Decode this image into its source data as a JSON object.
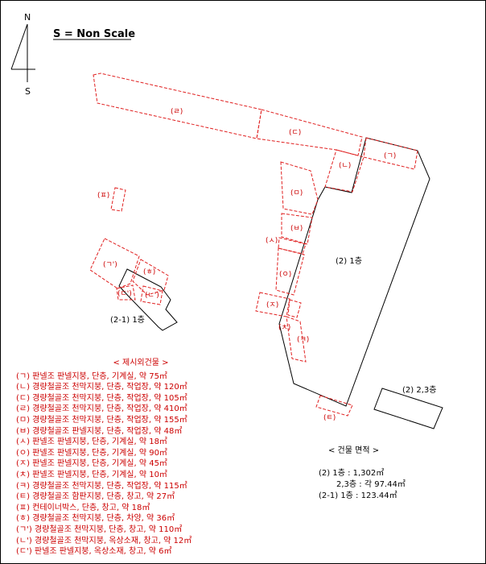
{
  "title": "S = Non Scale",
  "north": {
    "n": "N",
    "s": "S"
  },
  "plan_labels": {
    "giyeok": "(ㄱ)",
    "nieun": "(ㄴ)",
    "digeut": "(ㄷ)",
    "rieul": "(ㄹ)",
    "mieum": "(ㅁ)",
    "bieup": "(ㅂ)",
    "siot": "(ㅅ)",
    "ieung": "(ㅇ)",
    "jieut": "(ㅈ)",
    "chieut": "(ㅊ)",
    "kieuk": "(ㅋ)",
    "tieut": "(ㅌ)",
    "pieup": "(ㅍ)",
    "hieut": "(ㅎ)",
    "giyeok_p": "(ㄱ')",
    "nieun_p": "(ㄴ')",
    "digeut_p": "(ㄷ')"
  },
  "buildings": {
    "main": "(2) 1층",
    "main_upper": "(2) 2,3층",
    "annex": "(2-1) 1층"
  },
  "legend": {
    "title": "< 제시외건물 >",
    "items": [
      "(ㄱ) 판넬조 판넬지붕, 단층, 기계실, 약 75㎡",
      "(ㄴ) 경량철골조 천막지붕, 단층, 작업장, 약 120㎡",
      "(ㄷ) 경량철골조 천막지붕, 단층, 작업장, 약 105㎡",
      "(ㄹ) 경량철골조 천막지붕, 단층, 작업장, 약 410㎡",
      "(ㅁ) 경량철골조 천막지붕, 단층, 작업장, 약 155㎡",
      "(ㅂ) 경량철골조 판넬지붕, 단층, 작업장, 약 48㎡",
      "(ㅅ) 판넬조 판넬지붕, 단층, 기계실, 약 18㎡",
      "(ㅇ) 판넬조 판넬지붕, 단층, 기계실, 약 90㎡",
      "(ㅈ) 판넬조 판넬지붕, 단층, 기계실, 약 45㎡",
      "(ㅊ) 판넬조 판넬지붕, 단층, 기계실, 약 10㎡",
      "(ㅋ) 경량철골조 천막지붕, 단층, 작업장, 약 115㎡",
      "(ㅌ) 경량철골조 함판지붕, 단층, 창고, 약 27㎡",
      "(ㅍ) 컨테이너박스, 단층, 창고, 약 18㎡",
      "(ㅎ) 경량철골조 천막지붕, 단층, 차양, 약 36㎡",
      "(ㄱ') 경량철골조 천막지붕, 단층, 창고, 약 110㎡",
      "(ㄴ') 경량철골조 천막지붕, 옥상소재, 창고, 약 12㎡",
      "(ㄷ') 판넬조 판넬지붕, 옥상소재, 창고, 약 6㎡"
    ]
  },
  "area": {
    "title": "< 건물 면적 >",
    "rows": [
      "(2) 1층 : 1,302㎡",
      "2,3층 : 각 97.44㎡",
      "(2-1) 1층 : 123.44㎡"
    ]
  },
  "colors": {
    "extra_building_outline": "#e02020",
    "label_text": "#cc0000",
    "registered_building_outline": "#000000"
  }
}
